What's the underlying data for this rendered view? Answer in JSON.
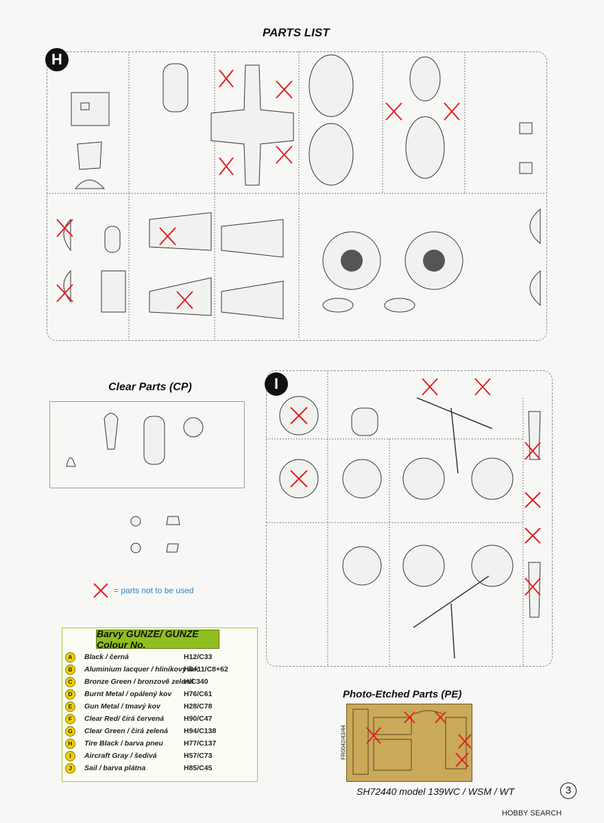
{
  "page": {
    "title": "PARTS LIST",
    "footer": "SH72440 model 139WC / WSM / WT",
    "page_number": "3",
    "watermark": "HOBBY SEARCH"
  },
  "sprue_h": {
    "letter": "H"
  },
  "sprue_i": {
    "letter": "I"
  },
  "clear_parts": {
    "title": "Clear Parts (CP)"
  },
  "legend": {
    "text": "= parts not to be used"
  },
  "colours": {
    "header": "Barvy GUNZE/ GUNZE Colour No.",
    "rows": [
      {
        "letter": "A",
        "name": "Black / černá",
        "code": "H12/C33"
      },
      {
        "letter": "B",
        "name": "Aluminium lacquer / hliníkový lak",
        "code": "H8+11/C8+62"
      },
      {
        "letter": "C",
        "name": "Bronze Green / bronzově zelená",
        "code": "H/C340"
      },
      {
        "letter": "D",
        "name": "Burnt Metal / opálený kov",
        "code": "H76/C61"
      },
      {
        "letter": "E",
        "name": "Gun Metal / tmavý kov",
        "code": "H28/C78"
      },
      {
        "letter": "F",
        "name": "Clear Red/ čirá červená",
        "code": "H90/C47"
      },
      {
        "letter": "G",
        "name": "Clear Green / čirá zelená",
        "code": "H94/C138"
      },
      {
        "letter": "H",
        "name": "Tire Black / barva pneu",
        "code": "H77/C137"
      },
      {
        "letter": "I",
        "name": "Aircraft Gray / šedivá",
        "code": "H57/C73"
      },
      {
        "letter": "J",
        "name": "Sail / barva plátna",
        "code": "H85/C45"
      }
    ]
  },
  "photo_etched": {
    "title": "Photo-Etched Parts (PE)",
    "fret_code": "FR0042/43/44"
  },
  "colors": {
    "callout_blue": "#2a86c8",
    "cross_red": "#e02020",
    "colour_header_green": "#8fbf1f",
    "pe_brass": "#c9a95a"
  }
}
